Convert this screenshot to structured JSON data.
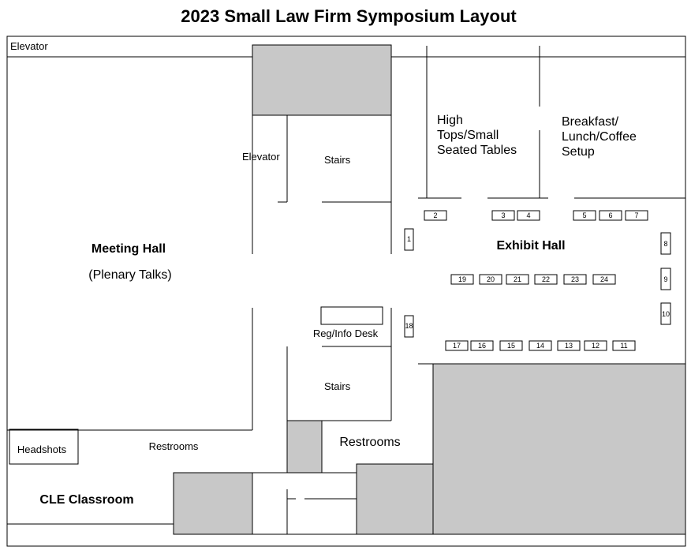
{
  "title": "2023 Small Law Firm Symposium Layout",
  "colors": {
    "wall": "#000000",
    "block_fill": "#c8c8c8",
    "background": "#ffffff"
  },
  "rooms": {
    "elevator_top": "Elevator",
    "elevator_center": "Elevator",
    "stairs_upper": "Stairs",
    "stairs_lower": "Stairs",
    "high_tops": [
      "High",
      "Tops/Small",
      "Seated Tables"
    ],
    "breakfast": [
      "Breakfast/",
      "Lunch/Coffee",
      "Setup"
    ],
    "meeting_hall": "Meeting Hall",
    "plenary": "(Plenary Talks)",
    "exhibit_hall": "Exhibit Hall",
    "reg_desk": "Reg/Info Desk",
    "headshots": "Headshots",
    "restrooms_left": "Restrooms",
    "restrooms_center": "Restrooms",
    "cle_classroom": "CLE Classroom"
  },
  "booths": [
    "1",
    "2",
    "3",
    "4",
    "5",
    "6",
    "7",
    "8",
    "9",
    "10",
    "11",
    "12",
    "13",
    "14",
    "15",
    "16",
    "17",
    "18",
    "19",
    "20",
    "21",
    "22",
    "23",
    "24"
  ]
}
